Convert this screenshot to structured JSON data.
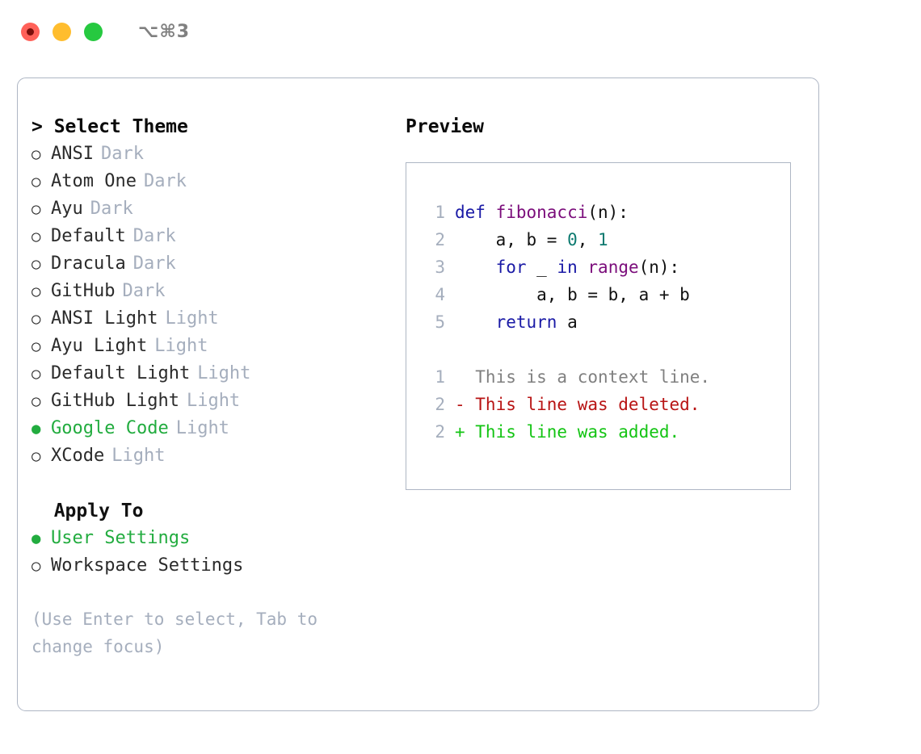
{
  "titlebar": {
    "shortcut_label": "⌥⌘3",
    "buttons": [
      {
        "name": "close",
        "color": "#ff6159"
      },
      {
        "name": "minimize",
        "color": "#ffbd2e"
      },
      {
        "name": "maximize",
        "color": "#26c940"
      }
    ]
  },
  "theme_section": {
    "header": "> Select Theme",
    "items": [
      {
        "label": "ANSI",
        "variant": "Dark",
        "selected": false
      },
      {
        "label": "Atom One",
        "variant": "Dark",
        "selected": false
      },
      {
        "label": "Ayu",
        "variant": "Dark",
        "selected": false
      },
      {
        "label": "Default",
        "variant": "Dark",
        "selected": false
      },
      {
        "label": "Dracula",
        "variant": "Dark",
        "selected": false
      },
      {
        "label": "GitHub",
        "variant": "Dark",
        "selected": false
      },
      {
        "label": "ANSI Light",
        "variant": "Light",
        "selected": false
      },
      {
        "label": "Ayu Light",
        "variant": "Light",
        "selected": false
      },
      {
        "label": "Default Light",
        "variant": "Light",
        "selected": false
      },
      {
        "label": "GitHub Light",
        "variant": "Light",
        "selected": false
      },
      {
        "label": "Google Code",
        "variant": "Light",
        "selected": true
      },
      {
        "label": "XCode",
        "variant": "Light",
        "selected": false
      }
    ]
  },
  "apply_section": {
    "header": "  Apply To",
    "items": [
      {
        "label": "User Settings",
        "variant": "",
        "selected": true
      },
      {
        "label": "Workspace Settings",
        "variant": "",
        "selected": false
      }
    ]
  },
  "hint": "(Use Enter to select, Tab to change focus)",
  "preview": {
    "title": "Preview",
    "code_lines": [
      {
        "no": "1",
        "tokens": [
          {
            "t": "def ",
            "c": "kw"
          },
          {
            "t": "fibonacci",
            "c": "fn"
          },
          {
            "t": "(n):",
            "c": "punc"
          }
        ]
      },
      {
        "no": "2",
        "tokens": [
          {
            "t": "    a, b = ",
            "c": "plain"
          },
          {
            "t": "0",
            "c": "num"
          },
          {
            "t": ", ",
            "c": "plain"
          },
          {
            "t": "1",
            "c": "num"
          }
        ]
      },
      {
        "no": "3",
        "tokens": [
          {
            "t": "    ",
            "c": "plain"
          },
          {
            "t": "for",
            "c": "kw"
          },
          {
            "t": " _ ",
            "c": "plain"
          },
          {
            "t": "in",
            "c": "kw"
          },
          {
            "t": " ",
            "c": "plain"
          },
          {
            "t": "range",
            "c": "fn"
          },
          {
            "t": "(n):",
            "c": "punc"
          }
        ]
      },
      {
        "no": "4",
        "tokens": [
          {
            "t": "        a, b = b, a + b",
            "c": "plain"
          }
        ]
      },
      {
        "no": "5",
        "tokens": [
          {
            "t": "    ",
            "c": "plain"
          },
          {
            "t": "return",
            "c": "kw"
          },
          {
            "t": " a",
            "c": "plain"
          }
        ]
      }
    ],
    "diff_lines": [
      {
        "no": "1",
        "text": "  This is a context line.",
        "kind": "ctx"
      },
      {
        "no": "2",
        "text": "- This line was deleted.",
        "kind": "del"
      },
      {
        "no": "2",
        "text": "+ This line was added.",
        "kind": "add"
      }
    ]
  },
  "glyphs": {
    "bullet_on": "●",
    "bullet_off": "○"
  },
  "colors": {
    "accent_green": "#22ac3f",
    "muted": "#a5aebd",
    "border": "#aeb6c4",
    "keyword": "#1a1aa6",
    "function": "#7b0d7b",
    "number": "#0d7a70",
    "diff_added": "#13c413",
    "diff_deleted": "#b81414",
    "diff_context": "#808080"
  }
}
